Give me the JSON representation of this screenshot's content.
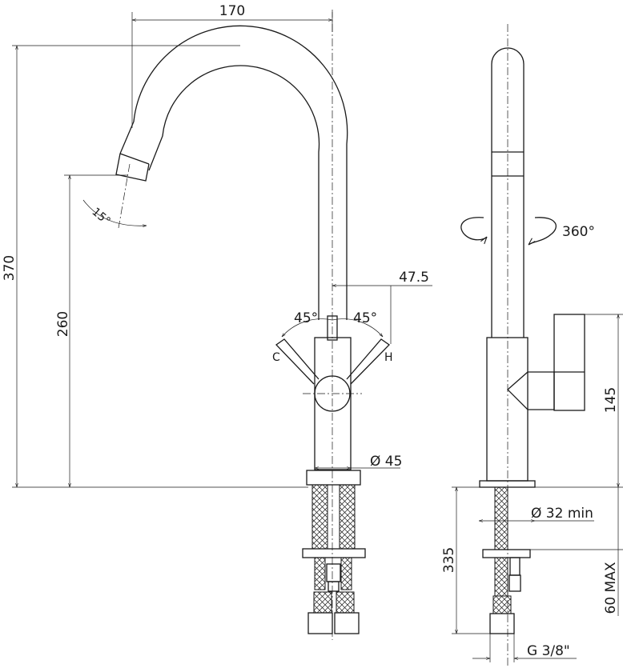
{
  "front_view": {
    "width_170": "170",
    "height_370": "370",
    "spout_height_260": "260",
    "spout_angle": "15°",
    "handle_offset": "47.5",
    "angle_left": "45°",
    "angle_right": "45°",
    "cold_label": "C",
    "hot_label": "H",
    "base_diameter": "Ø 45"
  },
  "side_view": {
    "rotation": "360°",
    "lever_height": "145",
    "hole_diameter": "Ø 32 min",
    "shank_length": "335",
    "deck_thickness": "60 MAX",
    "thread": "G 3/8\""
  },
  "colors": {
    "line": "#1a1a1a",
    "background": "#ffffff"
  }
}
